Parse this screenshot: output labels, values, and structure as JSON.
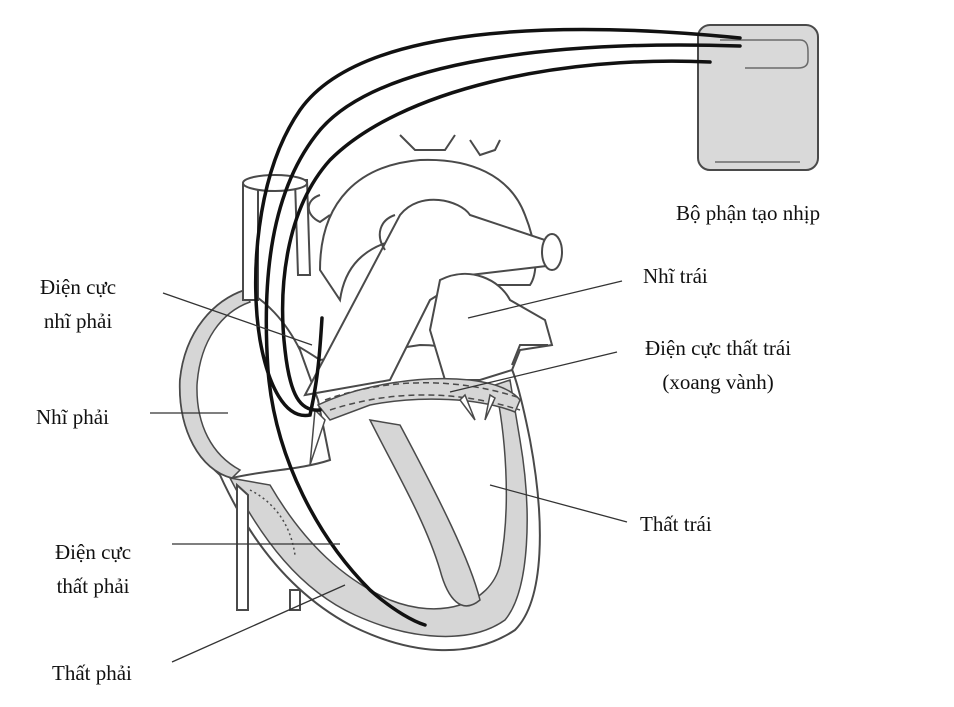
{
  "colors": {
    "background": "#ffffff",
    "outline": "#4a4a4a",
    "tissue": "#d6d6d6",
    "lead": "#111111",
    "pacemaker": "#d9d9d9",
    "text": "#111111"
  },
  "labels": {
    "pacemaker": "Bộ phận tạo nhịp",
    "ra_electrode": [
      "Điện cực",
      "nhĩ phải"
    ],
    "right_atrium": "Nhĩ phải",
    "rv_electrode": [
      "Điện cực",
      "thất phải"
    ],
    "right_ventricle": "Thất phải",
    "left_atrium": "Nhĩ trái",
    "lv_electrode": [
      "Điện cực thất trái",
      "(xoang vành)"
    ],
    "left_ventricle": "Thất trái"
  },
  "icons": {
    "pacemaker": "pacemaker-device-icon",
    "heart": "heart-illustration"
  }
}
